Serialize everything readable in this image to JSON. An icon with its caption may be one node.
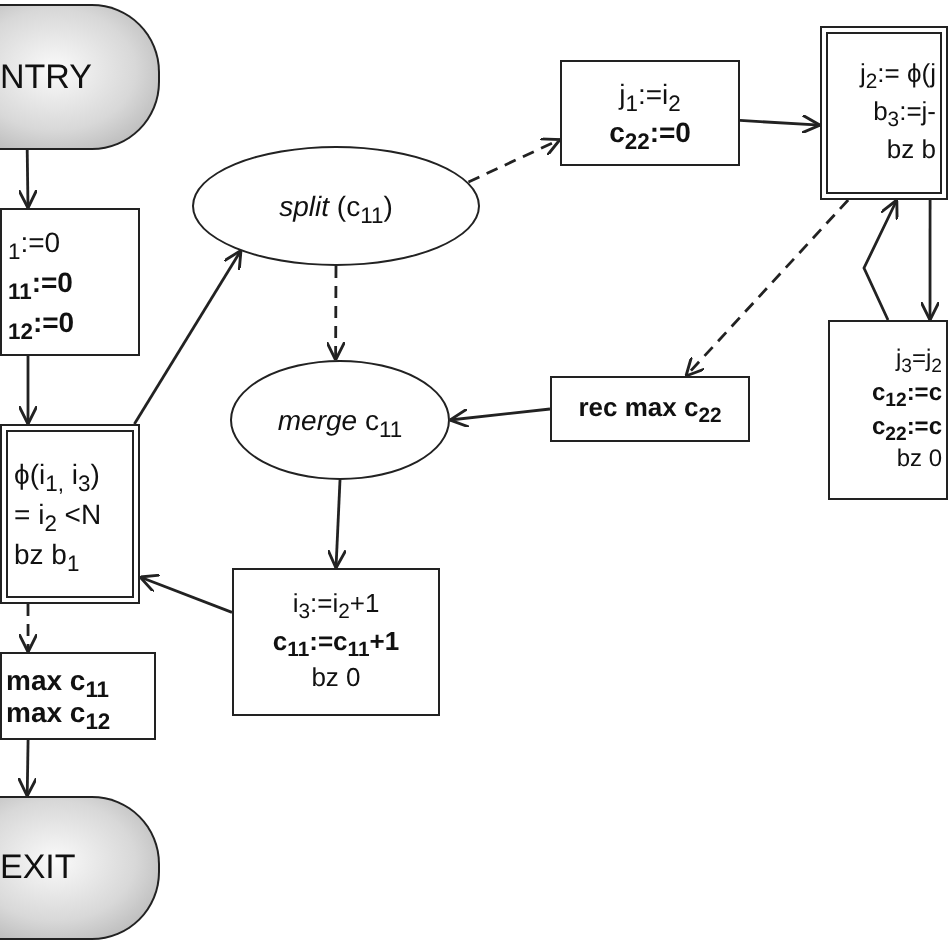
{
  "diagram": {
    "nodes": [
      {
        "text": [
          "NTRY"
        ]
      },
      {
        "text": [
          "$_{1}$:=0",
          "**$_{11}$:=0**",
          "**$_{12}$:=0**"
        ]
      },
      {
        "text": [
          "ϕ(i$_{1,}$ i$_{3}$)",
          "= i$_{2}$ <N",
          "bz b$_{1}$"
        ]
      },
      {
        "text": [
          "**max c$_{11}$**",
          "**max c$_{12}$**"
        ]
      },
      {
        "text": [
          "EXIT"
        ]
      },
      {
        "text": [
          "*split* (c$_{11}$)"
        ]
      },
      {
        "text": [
          "*merge* c$_{11}$"
        ]
      },
      {
        "text": [
          "i$_{3}$:=i$_{2}$+1",
          "**c$_{11}$:=c$_{11}$+1**",
          "bz 0"
        ]
      },
      {
        "text": [
          "j$_{1}$:=i$_{2}$",
          "**c$_{22}$:=0**"
        ]
      },
      {
        "text": [
          "j$_{2}$:= ϕ(j",
          "b$_{3}$:=j-",
          "bz b"
        ]
      },
      {
        "text": [
          "**rec max c$_{22}$**"
        ]
      },
      {
        "text": [
          "j$_{3}$=j$_{2}$",
          "**c$_{12}$:=c**",
          "**c$_{22}$:=c**",
          "bz 0"
        ]
      }
    ],
    "edges": [
      {
        "from": 0,
        "to": 1,
        "arrow": "to"
      },
      {
        "from": 1,
        "to": 2,
        "arrow": "to"
      },
      {
        "from": 2,
        "to": 5,
        "arrow": "to"
      },
      {
        "from": 2,
        "to": 3,
        "arrow": "to",
        "style": "dashed"
      },
      {
        "from": 3,
        "to": 4,
        "arrow": "to"
      },
      {
        "from": 5,
        "to": 6,
        "arrow": "to",
        "style": "dashed"
      },
      {
        "from": 5,
        "to": 8,
        "arrow": "to",
        "style": "dashed"
      },
      {
        "from": 6,
        "to": 7,
        "arrow": "to"
      },
      {
        "from": 7,
        "to": 2,
        "arrow": "to"
      },
      {
        "from": 8,
        "to": 9,
        "arrow": "to"
      },
      {
        "from": 9,
        "to": 11,
        "arrow": "to"
      },
      {
        "from": 11,
        "to": 9,
        "arrow": "to"
      },
      {
        "from": 9,
        "to": 10,
        "arrow": "to",
        "style": "dashed"
      },
      {
        "from": 10,
        "to": 6,
        "arrow": "to"
      }
    ]
  }
}
